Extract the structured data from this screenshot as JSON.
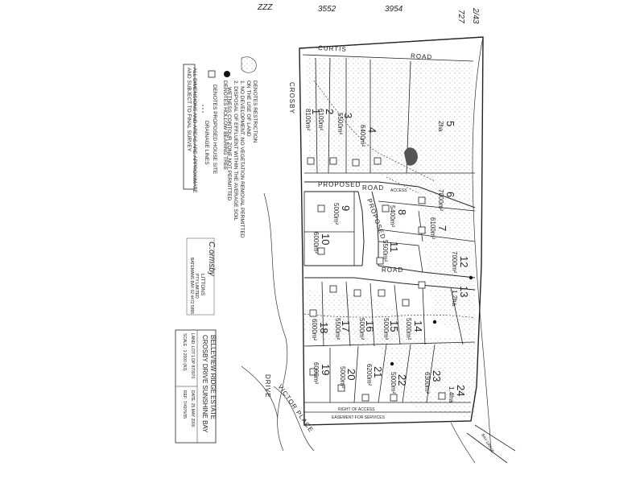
{
  "handwriting": {
    "top_left": "ZZZ",
    "top_mid": "3552",
    "top_mid2": "3954",
    "top_right": "727",
    "top_right2": "2/43"
  },
  "roads": {
    "curtis": "CURTIS",
    "road_top": "ROAD",
    "crosby": "CROSBY",
    "proposed_1": "PROPOSED",
    "road_mid": "ROAD",
    "proposed_2": "PROPOSED",
    "road_low": "ROAD",
    "drive": "DRIVE",
    "victor_place": "VICTOR PLACE",
    "right_of_access": "RIGHT OF ACCESS",
    "easement": "EASEMENT FOR SERVICES",
    "access": "ACCESS",
    "bay_drive": "BAY DRIVE"
  },
  "lots": [
    {
      "num": "1",
      "area": "8100m²"
    },
    {
      "num": "2",
      "area": "6100m²"
    },
    {
      "num": "3",
      "area": "5500m²"
    },
    {
      "num": "4",
      "area": "6400m²"
    },
    {
      "num": "5",
      "area": "2ha"
    },
    {
      "num": "6",
      "area": "7000m²"
    },
    {
      "num": "7",
      "area": "6100m²"
    },
    {
      "num": "8",
      "area": "5400m²"
    },
    {
      "num": "9",
      "area": "5000m²"
    },
    {
      "num": "10",
      "area": "6000m²"
    },
    {
      "num": "11",
      "area": "5500m²"
    },
    {
      "num": "12",
      "area": "7000m²"
    },
    {
      "num": "13",
      "area": "1.2ha"
    },
    {
      "num": "14",
      "area": "5000m²"
    },
    {
      "num": "15",
      "area": "5000m²"
    },
    {
      "num": "16",
      "area": "5000m²"
    },
    {
      "num": "17",
      "area": "5500m²"
    },
    {
      "num": "18",
      "area": "6000m²"
    },
    {
      "num": "19",
      "area": "6000m²"
    },
    {
      "num": "20",
      "area": "5000m²"
    },
    {
      "num": "21",
      "area": "6200m²"
    },
    {
      "num": "22",
      "area": "5000m²"
    },
    {
      "num": "23",
      "area": "6300m²"
    },
    {
      "num": "24",
      "area": "1.4ha"
    }
  ],
  "legend": {
    "restriction_1": "DENOTES RESTRICTION",
    "restriction_2": "ON THE USE OF LAND",
    "restriction_3": "1. NO DEVELOPMENT, NO VEGETATION REMOVAL PERMITTED",
    "restriction_4": "2. DISPOSAL OF EFFLUENT WITHIN THE AVERAGE SOIL",
    "restriction_5": "WETNESS CONTOUR ZONE NOT PERMITTED",
    "hollow": "DENOTES HOLLOW BEARING TREE",
    "house": "DENOTES PROPOSED HOUSE SITE",
    "drainage": "DRAINAGE LINES",
    "note_1": "ALL DIMENSIONS AND AREAS ARE APPROXIMATE",
    "note_2": "AND SUBJECT TO FINAL SURVEY"
  },
  "surveyor": {
    "signature": "C.ormsby",
    "firm": "LITTONS",
    "firm_sub": "PTY LIMITED",
    "address": "BATEMANS BAY 02 4472 5855"
  },
  "title_block": {
    "title": "BELLEVIEW RIDGE ESTATE",
    "subtitle": "CROSBY DRIVE SUNSHINE BAY",
    "land": "LAND: LOT 1 DP 870970",
    "scale": "SCALE : 1:2000 (A3)",
    "date": "DATE: 25 MAY 2000",
    "ref": "REF: 7/4976/05"
  }
}
